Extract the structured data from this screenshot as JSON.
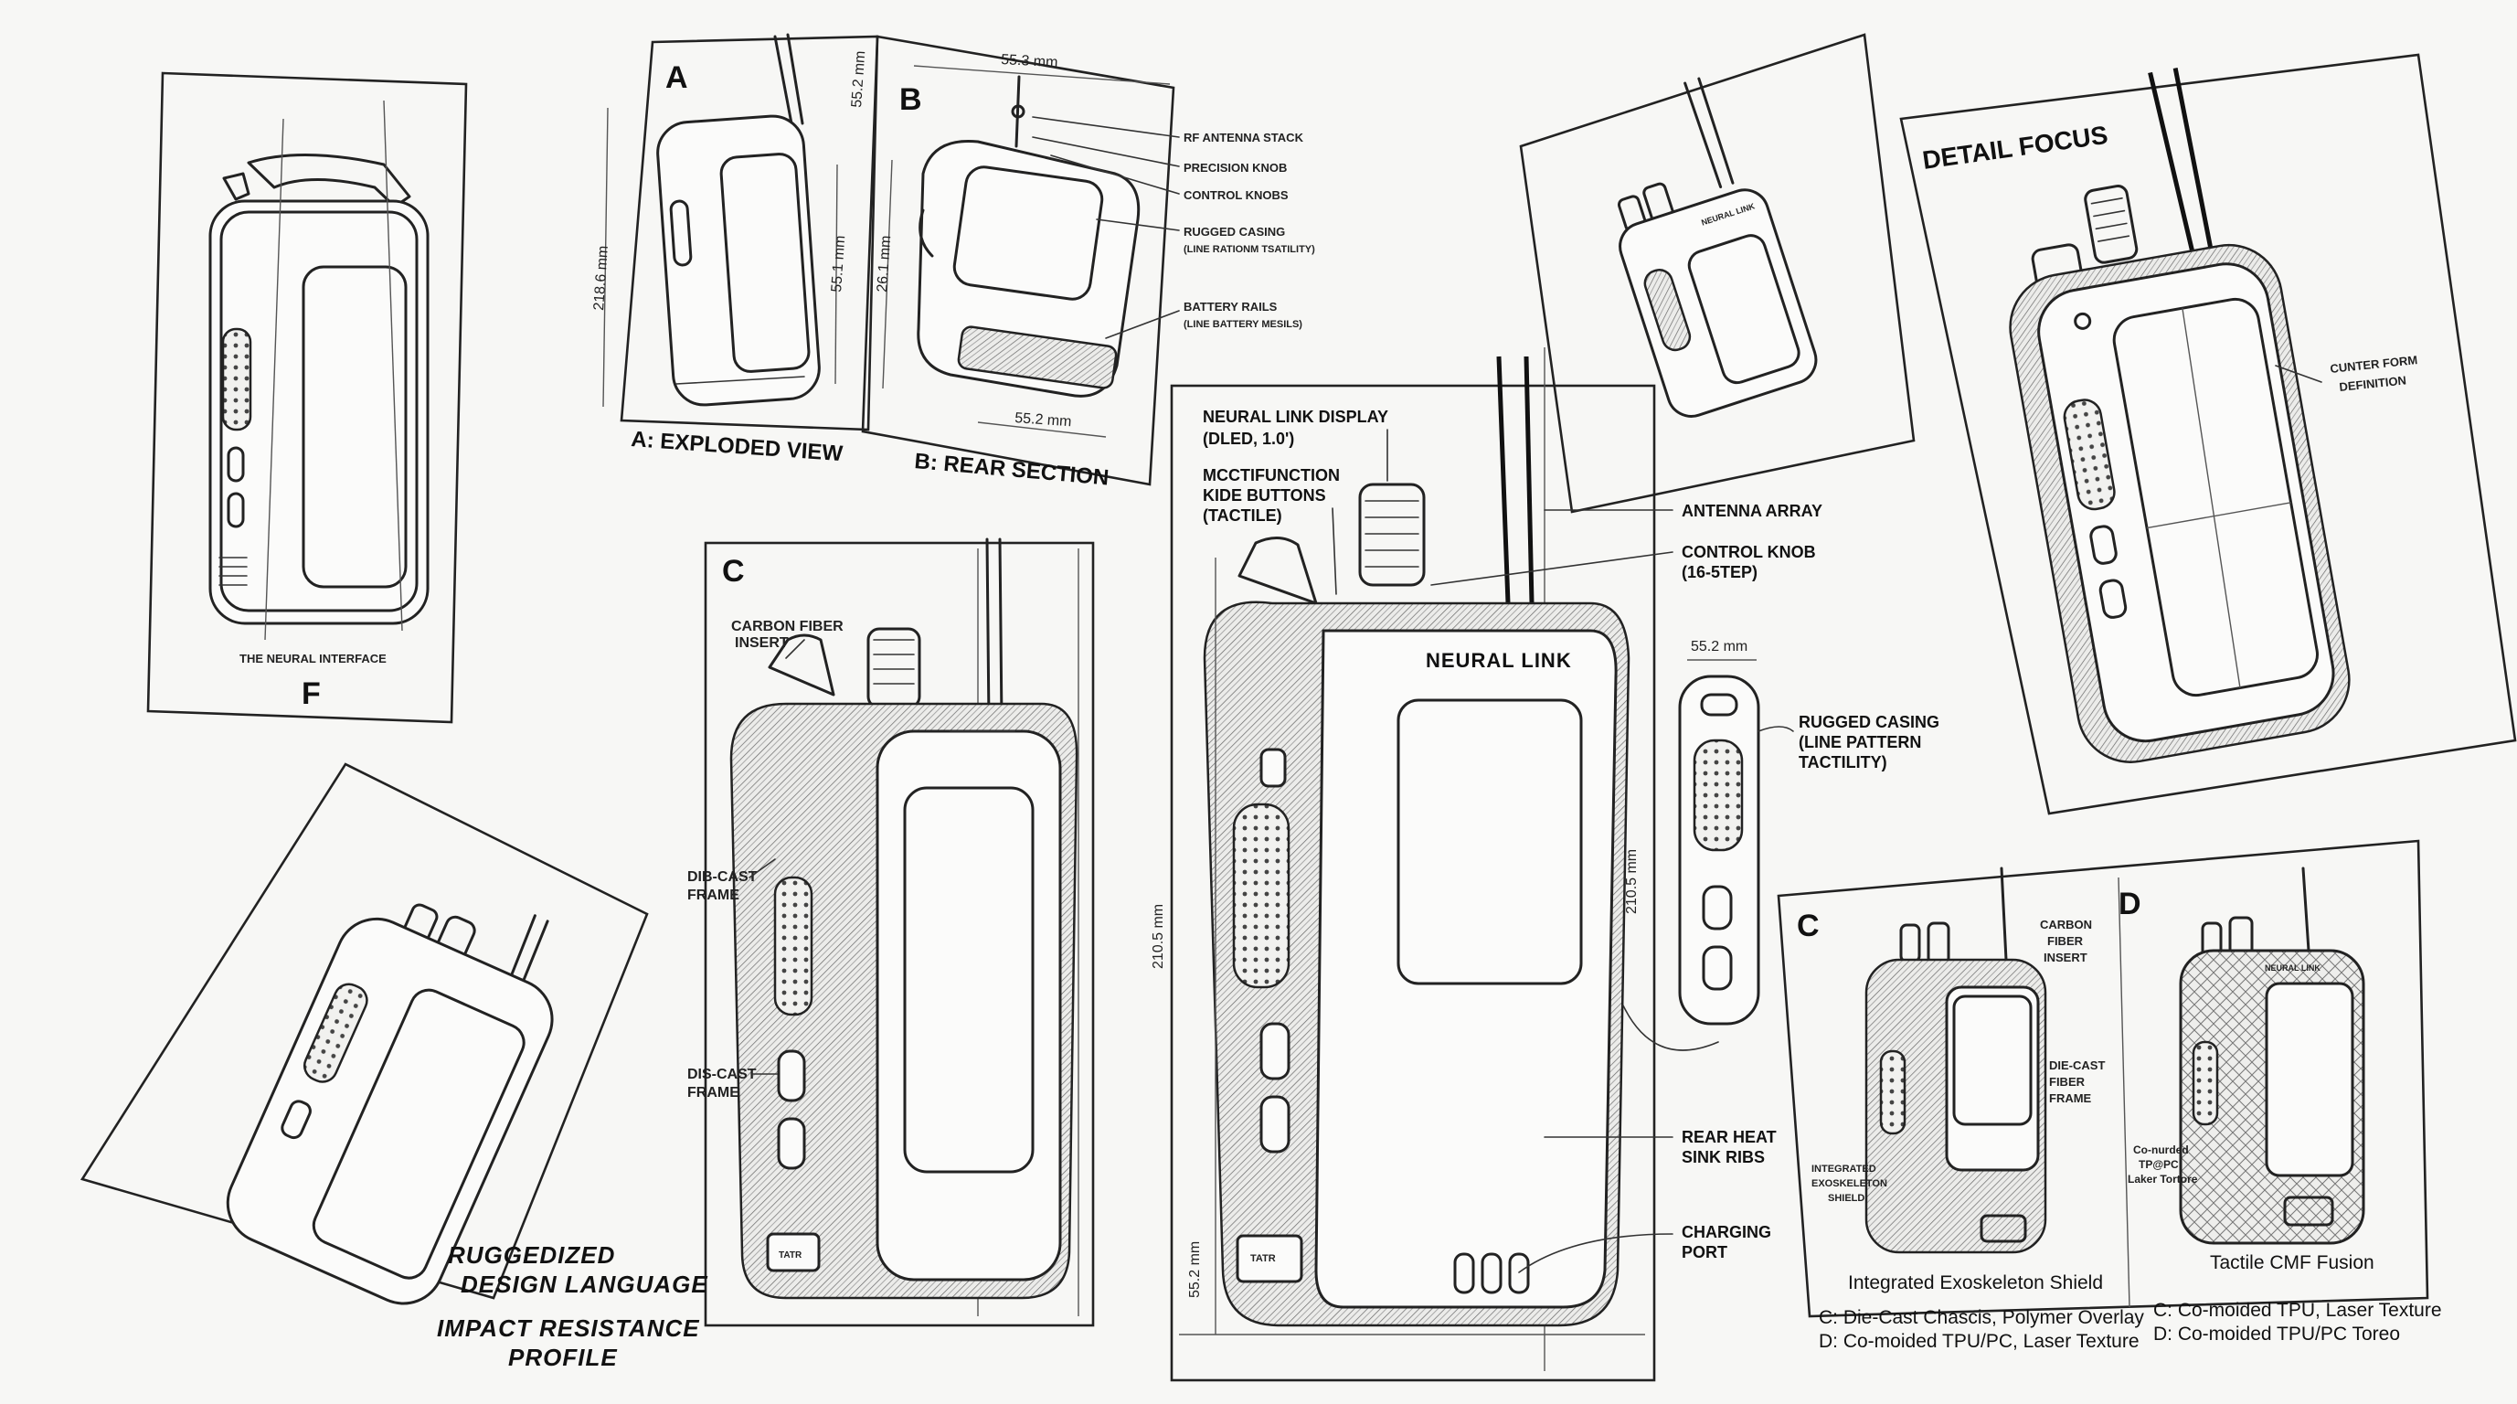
{
  "panels": {
    "F": {
      "letter": "F",
      "title": "THE NEURAL INTERFACE"
    },
    "A": {
      "letter": "A",
      "caption": "A: EXPLODED VIEW",
      "dim_height": "218.6 mm",
      "dim_inner": "55.1 mm",
      "dim_top": "55.2 mm"
    },
    "B": {
      "letter": "B",
      "caption": "B: REAR SECTION",
      "dim_width_top": "55.3 mm",
      "dim_height": "26.1 mm",
      "dim_width_bottom": "55.2 mm",
      "callouts": [
        "RF ANTENNA STACK",
        "PRECISION KNOB",
        "CONTROL KNOBS",
        "RUGGED CASING",
        "(LINE RATIONM TSATILITY)",
        "BATTERY RAILS",
        "(LINE BATTERY MESILS)"
      ]
    },
    "C_left": {
      "letter": "C",
      "callouts": [
        "CARBON FIBER",
        "INSERT",
        "DIB-CAST",
        "FRAME",
        "DIS-CAST",
        "FRAME"
      ],
      "label_bottom": "TATR"
    },
    "center": {
      "callouts_left": [
        "NEURAL LINK DISPLAY",
        "(DLED, 1.0')",
        "MCCTIFUNCTION",
        "KIDE BUTTONS",
        "(TACTILE)"
      ],
      "callouts_right": [
        "ANTENNA ARRAY",
        "CONTROL KNOB",
        "(16-5TEP)",
        "RUGGED CASING",
        "(LINE PATTERN",
        "TACTILITY)",
        "REAR HEAT",
        "SINK RIBS",
        "CHARGING",
        "PORT"
      ],
      "brand": "NEURAL LINK",
      "dim_height": "210.5 mm",
      "dim_side": "210.5 mm",
      "dim_bottom": "55.2 mm",
      "dim_side_width": "55.2 mm",
      "label_bottom": "TATR"
    },
    "detail": {
      "title": "DETAIL FOCUS",
      "callout": [
        "CUNTER FORM",
        "DEFINITION"
      ]
    },
    "CD": {
      "letter_c": "C",
      "letter_d": "D",
      "callouts_c": [
        "CARBON",
        "FIBER",
        "INSERT",
        "DIE-CAST",
        "FIBER",
        "FRAME",
        "INTEGRATED",
        "EXOSKELETON",
        "SHIELD"
      ],
      "callouts_d": [
        "Co-nurded",
        "TP@PC,",
        "Laker Tortore"
      ],
      "caption_c": "Integrated Exoskeleton Shield",
      "caption_d": "Tactile CMF Fusion",
      "brand_d": "NEURAL LINK"
    },
    "notes_bottom_right": [
      "C: Die-Cast Chascis, Polymer Overlay",
      "C: Co-moided TPU, Laser Texture",
      "D: Co-moided TPU/PC, Laser Texture",
      "D: Co-moided TPU/PC Toreo"
    ],
    "notes_bottom_left": [
      "RUGGEDIZED",
      "DESIGN LANGUAGE",
      "IMPACT RESISTANCE",
      "PROFILE"
    ]
  }
}
